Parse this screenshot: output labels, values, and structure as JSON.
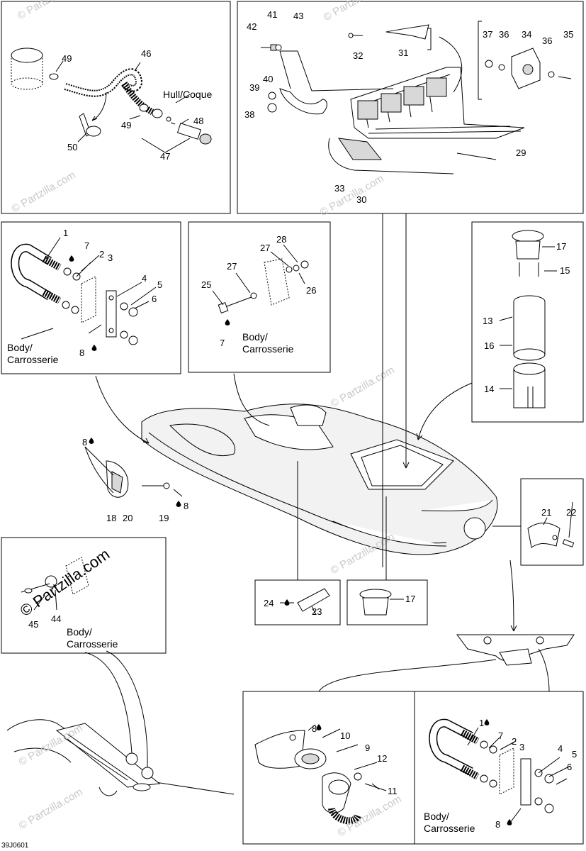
{
  "labels": {
    "hull_coque": "Hull/Coque",
    "body": "Body/",
    "carrosserie": "Carrosserie",
    "diagram_code": "39J0601",
    "watermark": "© Partzilla.com",
    "watermark_big": "© Partzilla.com"
  },
  "callouts": {
    "c1": "1",
    "c2": "2",
    "c3": "3",
    "c4": "4",
    "c5": "5",
    "c6": "6",
    "c7": "7",
    "c8": "8",
    "c9": "9",
    "c10": "10",
    "c11": "11",
    "c12": "12",
    "c13": "13",
    "c14": "14",
    "c15": "15",
    "c16": "16",
    "c17": "17",
    "c18": "18",
    "c19": "19",
    "c20": "20",
    "c21": "21",
    "c22": "22",
    "c23": "23",
    "c24": "24",
    "c25": "25",
    "c26": "26",
    "c27": "27",
    "c28": "28",
    "c29": "29",
    "c30": "30",
    "c31": "31",
    "c32": "32",
    "c33": "33",
    "c34": "34",
    "c35": "35",
    "c36": "36",
    "c37": "37",
    "c38": "38",
    "c39": "39",
    "c40": "40",
    "c41": "41",
    "c42": "42",
    "c43": "43",
    "c44": "44",
    "c45": "45",
    "c46": "46",
    "c47": "47",
    "c48": "48",
    "c49": "49",
    "c50": "50"
  }
}
